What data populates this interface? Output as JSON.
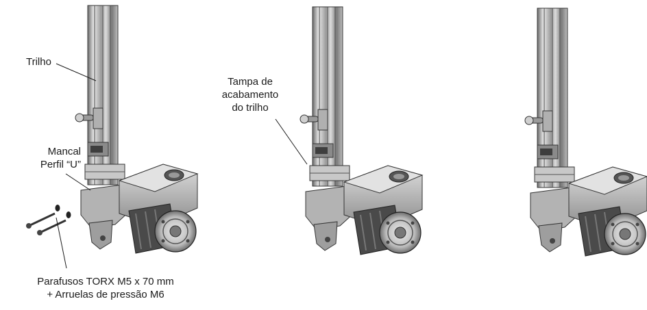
{
  "labels": {
    "trilho": "Trilho",
    "tampa_line1": "Tampa de",
    "tampa_line2": "acabamento",
    "tampa_line3": "do trilho",
    "mancal_line1": "Mancal",
    "mancal_line2": "Perfil “U”",
    "parafusos_line1": "Parafusos TORX M5 x 70 mm",
    "parafusos_line2": "+ Arruelas de pressão M6"
  },
  "colors": {
    "line": "#1a1a1a",
    "metal_light": "#d9d9d9",
    "metal_mid": "#a8a8a8",
    "metal_dark": "#5a5a5a",
    "housing": "#c4c4c4"
  }
}
